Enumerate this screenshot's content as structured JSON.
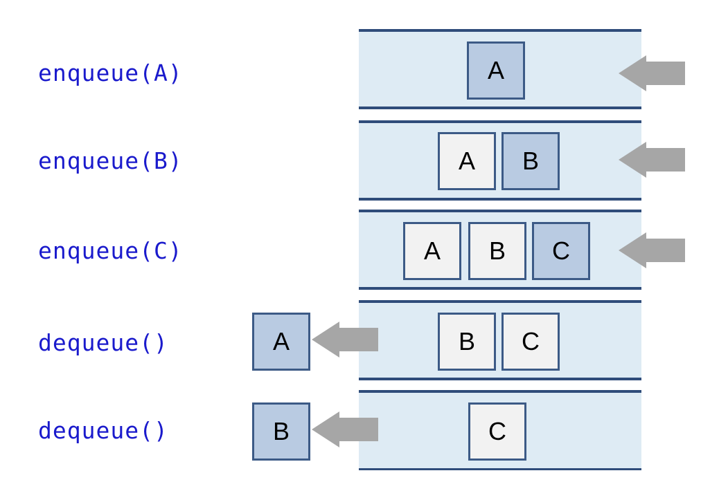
{
  "colors": {
    "label_text": "#1a1acc",
    "row_fill": "#deebf4",
    "row_border": "#2f4c7a",
    "box_fill": "#f2f2f2",
    "box_highlight_fill": "#b9cbe2",
    "box_border": "#3c5a86",
    "arrow_fill": "#a6a6a6"
  },
  "icons": {
    "enqueue_arrow": "arrow-left-icon",
    "dequeue_arrow": "arrow-left-icon"
  },
  "steps": [
    {
      "label": "enqueue(A)",
      "queue": [
        "A"
      ]
    },
    {
      "label": "enqueue(B)",
      "queue": [
        "A",
        "B"
      ]
    },
    {
      "label": "enqueue(C)",
      "queue": [
        "A",
        "B",
        "C"
      ]
    },
    {
      "label": "dequeue()",
      "queue": [
        "B",
        "C"
      ],
      "removed": "A"
    },
    {
      "label": "dequeue()",
      "queue": [
        "C"
      ],
      "removed": "B"
    }
  ]
}
